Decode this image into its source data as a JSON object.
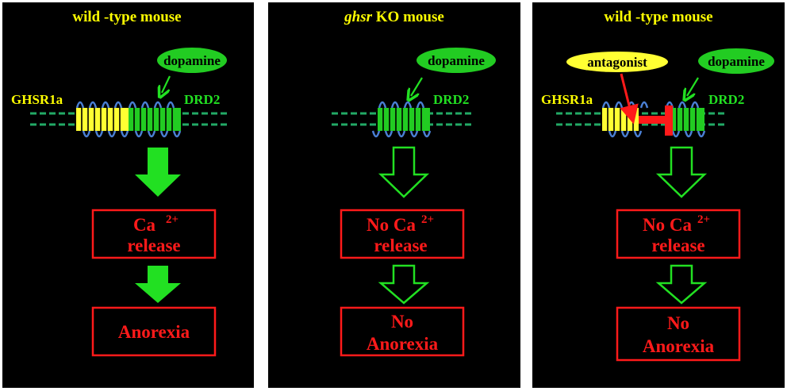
{
  "panels": [
    {
      "title": "wild -type mouse",
      "receptor_left": "GHSR1a",
      "receptor_right": "DRD2",
      "ligand": "dopamine",
      "result_box_1_line_1": "Ca",
      "result_box_1_sup": "2+",
      "result_box_1_line_2": "release",
      "result_box_2_line_1": "Anorexia",
      "arrow_style": "solid"
    },
    {
      "title_italic": "ghsr",
      "title_rest": " KO mouse",
      "receptor_right": "DRD2",
      "ligand": "dopamine",
      "result_box_1_line_1": "No Ca",
      "result_box_1_sup": "2+",
      "result_box_1_line_2": "release",
      "result_box_2_line_1": "No",
      "result_box_2_line_2": "Anorexia",
      "arrow_style": "outline"
    },
    {
      "title": "wild -type mouse",
      "receptor_left": "GHSR1a",
      "receptor_right": "DRD2",
      "ligand": "dopamine",
      "blocker": "antagonist",
      "result_box_1_line_1": "No Ca",
      "result_box_1_sup": "2+",
      "result_box_1_line_2": "release",
      "result_box_2_line_1": "No",
      "result_box_2_line_2": "Anorexia",
      "arrow_style": "outline"
    }
  ],
  "colors": {
    "background": "#000000",
    "ghsr1a": "#ffff33",
    "drd2": "#22cc22",
    "loops": "#4a7fd4",
    "outcome_text": "#ff1a1a",
    "arrow": "#22e022",
    "antagonist_block": "#ff1a1a"
  }
}
